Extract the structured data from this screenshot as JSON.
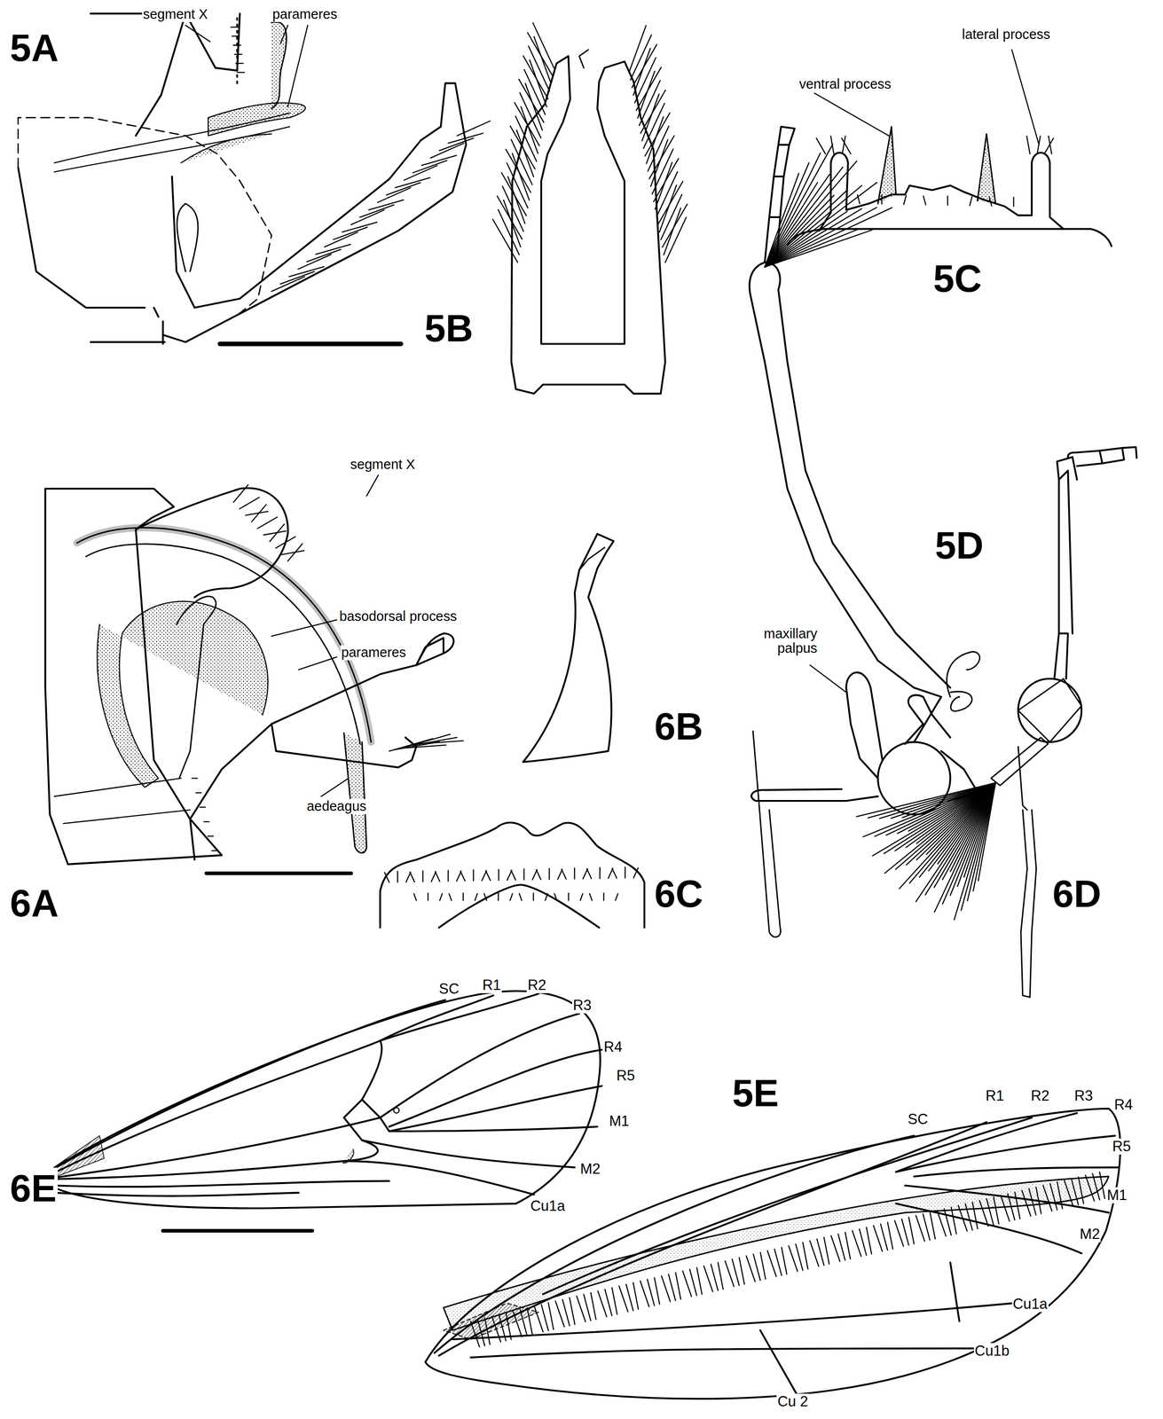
{
  "diagram": {
    "labels": [
      "segment X",
      "parameres",
      "5A",
      "5B",
      "lateral process",
      "ventral process",
      "5C",
      "segment X",
      "basodorsal process",
      "parameres",
      "aedeagus",
      "6A",
      "6B",
      "6C",
      "5D",
      "maxillary palpus",
      "6D",
      "SC",
      "R1",
      "R2",
      "R3",
      "R4",
      "R5",
      "M1",
      "M2",
      "Cu1a",
      "6E",
      "5E",
      "SC",
      "R1",
      "R2",
      "R3",
      "R4",
      "R5",
      "M1",
      "M2",
      "Cu1a",
      "Cu1b",
      "Cu 2"
    ]
  }
}
